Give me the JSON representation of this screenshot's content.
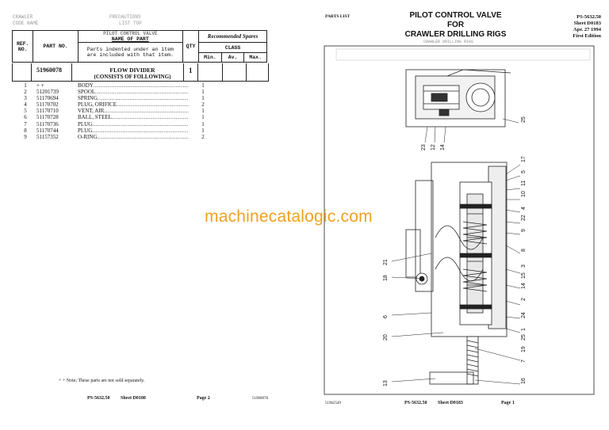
{
  "left_page": {
    "faded_header_top": "PRECAUTIONS",
    "faded_header_sub": "LIST TOP",
    "faded_tl": "CRAWLER",
    "faded_tl2": "CODE NAME",
    "table_header": {
      "ref_no": "REF. NO.",
      "part_no": "PART NO.",
      "name_of_part_faded": "PILOT CONTROL VALVE",
      "name_of_part": "NAME OF PART",
      "qty": "QTY",
      "recommended_spares": "Recommended Spares",
      "class": "CLASS",
      "min": "Min.",
      "av": "Av.",
      "max": "Max.",
      "note_line1": "Parts indented under an item",
      "note_line2": "are included with that item."
    },
    "assembly": {
      "part_no": "51960078",
      "name": "FLOW DIVIDER",
      "subtitle": "(CONSISTS OF FOLLOWING)",
      "qty": "1"
    },
    "rows": [
      {
        "ref": "1",
        "part": "+ +",
        "name": "BODY",
        "qty": "1"
      },
      {
        "ref": "2",
        "part": "51201739",
        "name": "SPOOL",
        "qty": "1"
      },
      {
        "ref": "3",
        "part": "51170694",
        "name": "SPRING",
        "qty": "1"
      },
      {
        "ref": "4",
        "part": "51170702",
        "name": "PLUG, ORIFICE",
        "qty": "2"
      },
      {
        "ref": "5",
        "part": "51170710",
        "name": "VENT, AIR",
        "qty": "1"
      },
      {
        "ref": "6",
        "part": "51170728",
        "name": "BALL, STEEL",
        "qty": "1"
      },
      {
        "ref": "7",
        "part": "51170736",
        "name": "PLUG",
        "qty": "1"
      },
      {
        "ref": "8",
        "part": "51170744",
        "name": "PLUG",
        "qty": "1"
      },
      {
        "ref": "9",
        "part": "51157352",
        "name": "O-RING",
        "qty": "2"
      }
    ],
    "footnote": "+ + Note; These parts are not sold separately.",
    "footer_code": "PS-5632.50",
    "footer_sheet": "Sheet D0180",
    "footer_page": "Page 2",
    "footer_part": "51960078"
  },
  "right_page": {
    "parts_list_label": "PARTS LIST",
    "title_line1": "PILOT CONTROL VALVE",
    "title_line2": "FOR",
    "title_line3": "CRAWLER DRILLING RIGS",
    "faded_subtitle": "CRAWLER DRILLING RIGS",
    "doc_code": "PS-5632.50",
    "sheet": "Sheet D0183",
    "date": "Apr. 27 1994",
    "edition": "First Edition",
    "footer_part": "51962549",
    "footer_code": "PS-5632.50",
    "footer_sheet": "Sheet D0183",
    "footer_page": "Page 1",
    "callouts_right": [
      "25",
      "17",
      "5",
      "11",
      "10",
      "4",
      "22",
      "9",
      "8",
      "3",
      "15",
      "14",
      "2",
      "24",
      "1",
      "25",
      "19",
      "7",
      "16"
    ],
    "callouts_left": [
      "23",
      "12",
      "14",
      "21",
      "18",
      "6",
      "20",
      "13"
    ]
  },
  "watermark": "machinecatalogic.com"
}
